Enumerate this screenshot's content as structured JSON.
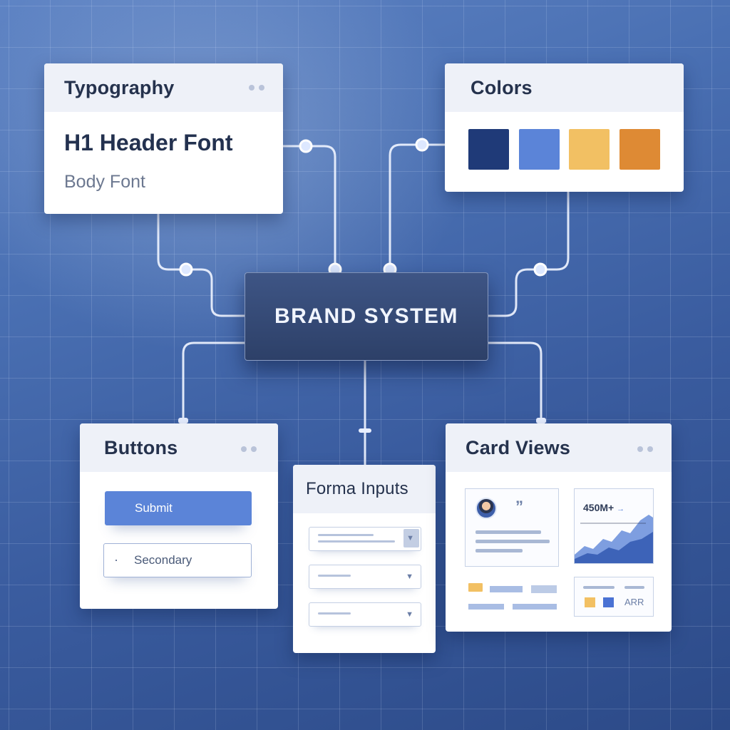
{
  "brand": {
    "label": "BRAND SYSTEM"
  },
  "typography": {
    "title": "Typography",
    "header_sample": "H1 Header Font",
    "body_sample": "Body Font"
  },
  "colors": {
    "title": "Colors",
    "swatches": [
      "#1f3a78",
      "#5b84d8",
      "#f2c063",
      "#de8a34"
    ]
  },
  "buttons": {
    "title": "Buttons",
    "primary_label": "Submit",
    "secondary_label": "Secondary"
  },
  "forms": {
    "title": "Forma Inputs"
  },
  "card_views": {
    "title": "Card Views",
    "quote_mark": "”",
    "stat_value": "450M+",
    "stat_trend": "→",
    "stat_badge": "ARR"
  }
}
